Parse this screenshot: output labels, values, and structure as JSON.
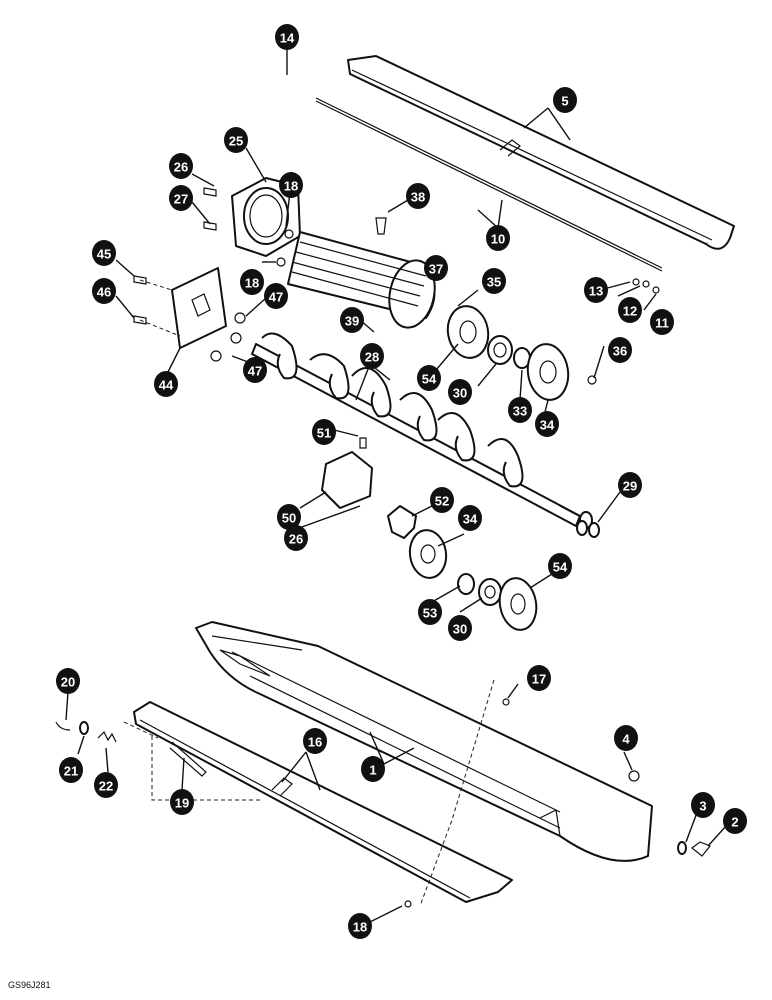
{
  "figure_code": "GS96J281",
  "callouts": [
    "14",
    "5",
    "25",
    "26",
    "18",
    "38",
    "27",
    "10",
    "45",
    "18",
    "37",
    "35",
    "13",
    "12",
    "11",
    "46",
    "47",
    "39",
    "54",
    "36",
    "30",
    "28",
    "33",
    "34",
    "44",
    "47",
    "51",
    "29",
    "50",
    "52",
    "26",
    "34",
    "53",
    "54",
    "30",
    "20",
    "17",
    "16",
    "4",
    "21",
    "22",
    "1",
    "3",
    "2",
    "19",
    "18"
  ]
}
